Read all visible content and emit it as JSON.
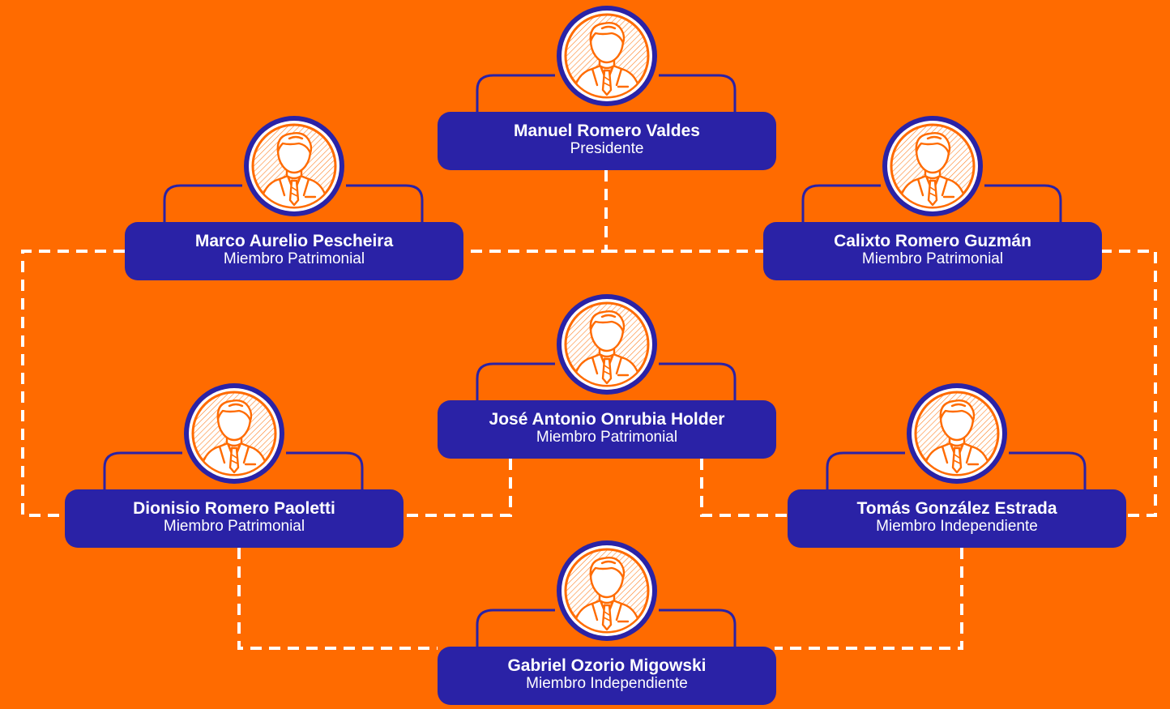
{
  "colors": {
    "background": "#FF6B00",
    "card": "#2A22A6",
    "text": "#FFFFFF",
    "connector": "#FFFFFF",
    "avatar_line": "#FF6B00"
  },
  "members": [
    {
      "name": "Manuel Romero Valdes",
      "role": "Presidente",
      "icon": "person-avatar-icon"
    },
    {
      "name": "Marco Aurelio Pescheira",
      "role": "Miembro Patrimonial",
      "icon": "person-avatar-icon"
    },
    {
      "name": "Calixto Romero Guzmán",
      "role": "Miembro Patrimonial",
      "icon": "person-avatar-icon"
    },
    {
      "name": "José Antonio Onrubia Holder",
      "role": "Miembro Patrimonial",
      "icon": "person-avatar-icon"
    },
    {
      "name": "Dionisio Romero Paoletti",
      "role": "Miembro Patrimonial",
      "icon": "person-avatar-icon"
    },
    {
      "name": "Tomás González Estrada",
      "role": "Miembro Independiente",
      "icon": "person-avatar-icon"
    },
    {
      "name": "Gabriel Ozorio Migowski",
      "role": "Miembro Independiente",
      "icon": "person-avatar-icon"
    }
  ]
}
